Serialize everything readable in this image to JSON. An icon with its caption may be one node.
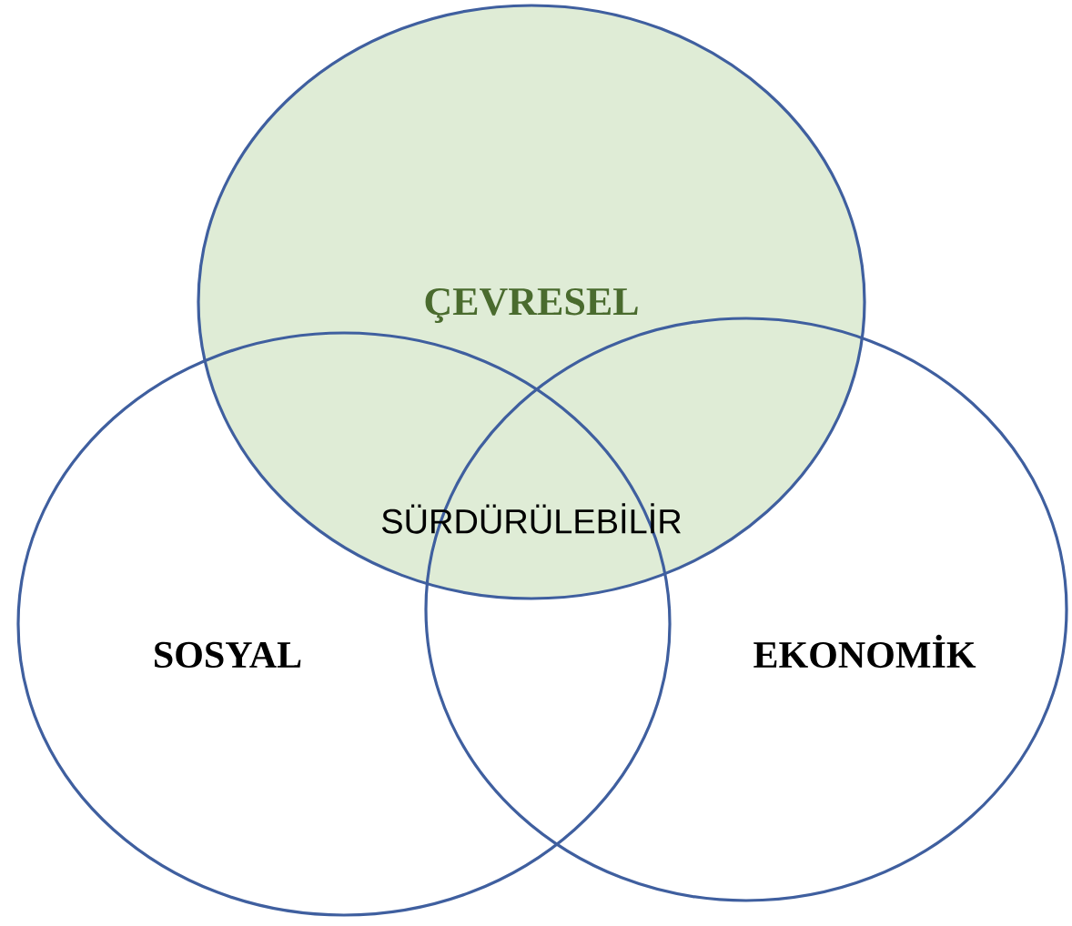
{
  "diagram": {
    "nodes": [
      {
        "text": [
          "ÇEVRESEL"
        ]
      },
      {
        "text": [
          "SOSYAL"
        ]
      },
      {
        "text": [
          "EKONOMİK"
        ]
      }
    ],
    "labels": [
      "SÜRDÜRÜLEBİLİR"
    ]
  }
}
